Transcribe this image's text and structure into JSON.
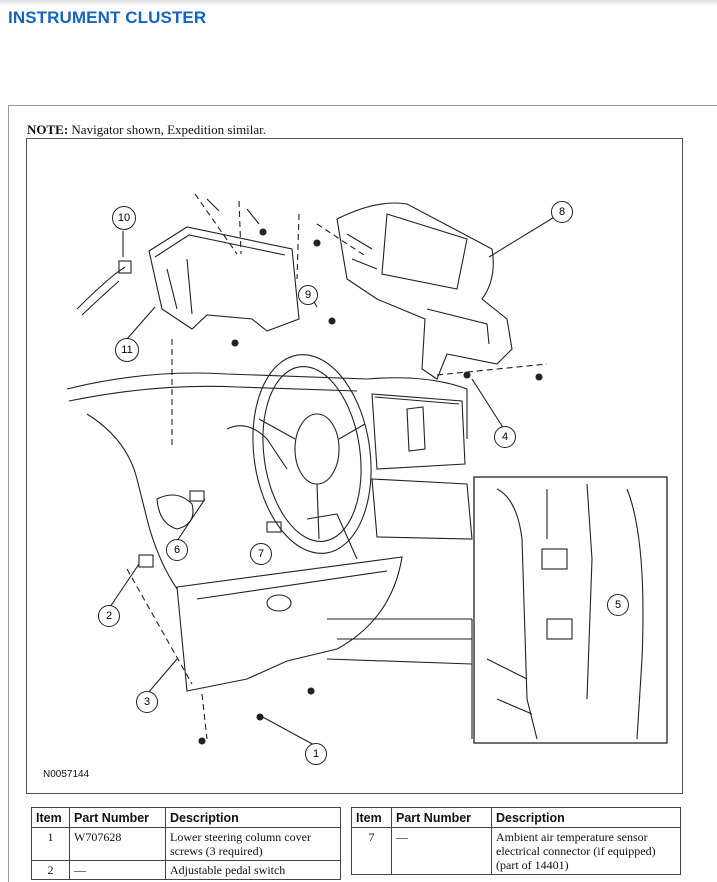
{
  "header": {
    "title": "INSTRUMENT CLUSTER"
  },
  "note": {
    "label": "NOTE:",
    "text": " Navigator shown, Expedition similar."
  },
  "figure": {
    "code": "N0057144",
    "callouts": [
      "1",
      "2",
      "3",
      "4",
      "5",
      "6",
      "7",
      "8",
      "9",
      "10",
      "11"
    ]
  },
  "table_headers": {
    "item": "Item",
    "part_number": "Part Number",
    "description": "Description"
  },
  "parts_left": [
    {
      "item": "1",
      "part": "W707628",
      "desc": "Lower steering column cover screws (3 required)"
    },
    {
      "item": "2",
      "part": "—",
      "desc": "Adjustable pedal switch"
    }
  ],
  "parts_right": [
    {
      "item": "7",
      "part": "—",
      "desc": "Ambient air temperature sensor electrical connector (if equipped) (part of 14401)"
    }
  ]
}
